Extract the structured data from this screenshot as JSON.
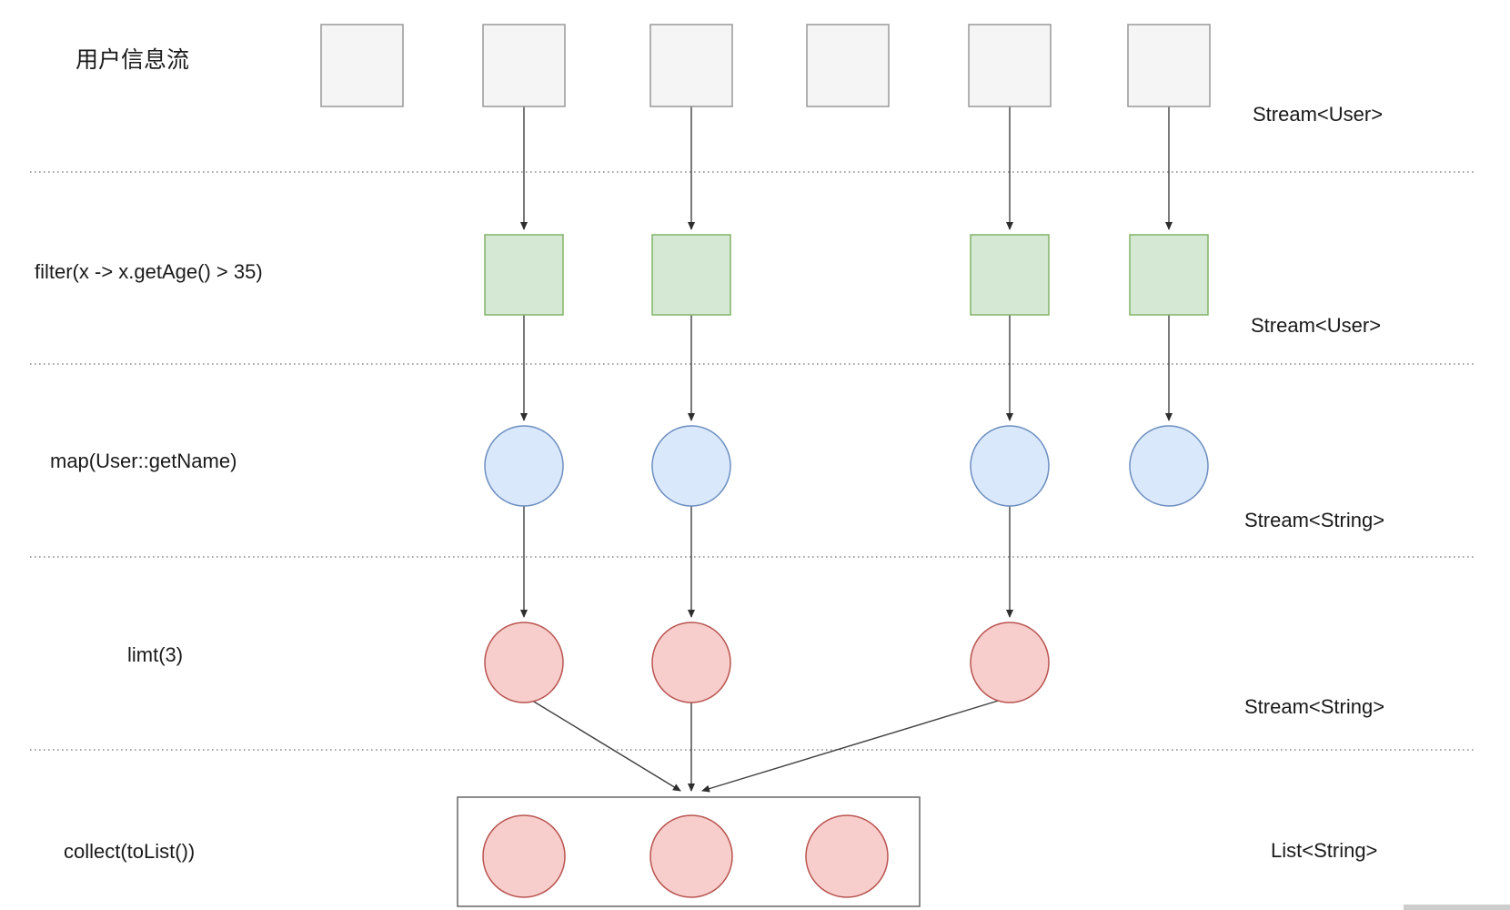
{
  "diagram_title": "用户信息流",
  "rows": [
    {
      "stage": "source",
      "left_label": "用户信息流",
      "right_label": "Stream<User>",
      "node_shape": "square",
      "node_count": 6
    },
    {
      "stage": "filter",
      "left_label": "filter(x -> x.getAge() > 35)",
      "right_label": "Stream<User>",
      "node_shape": "square",
      "node_count": 4
    },
    {
      "stage": "map",
      "left_label": "map(User::getName)",
      "right_label": "Stream<String>",
      "node_shape": "circle",
      "node_count": 4
    },
    {
      "stage": "limit",
      "left_label": "limt(3)",
      "right_label": "Stream<String>",
      "node_shape": "circle",
      "node_count": 3
    },
    {
      "stage": "collect",
      "left_label": "collect(toList())",
      "right_label": "List<String>",
      "node_shape": "circle",
      "node_count": 3
    }
  ],
  "colors": {
    "source_node_fill": "#f5f5f5",
    "source_node_stroke": "#989898",
    "filter_node_fill": "#d5e8d4",
    "filter_node_stroke": "#82b366",
    "map_node_fill": "#dae8fc",
    "map_node_stroke": "#6c8ebf",
    "limit_node_fill": "#f8cecc",
    "limit_node_stroke": "#b85450",
    "arrow_color": "#404040",
    "separator_color": "#8c8c8c"
  }
}
